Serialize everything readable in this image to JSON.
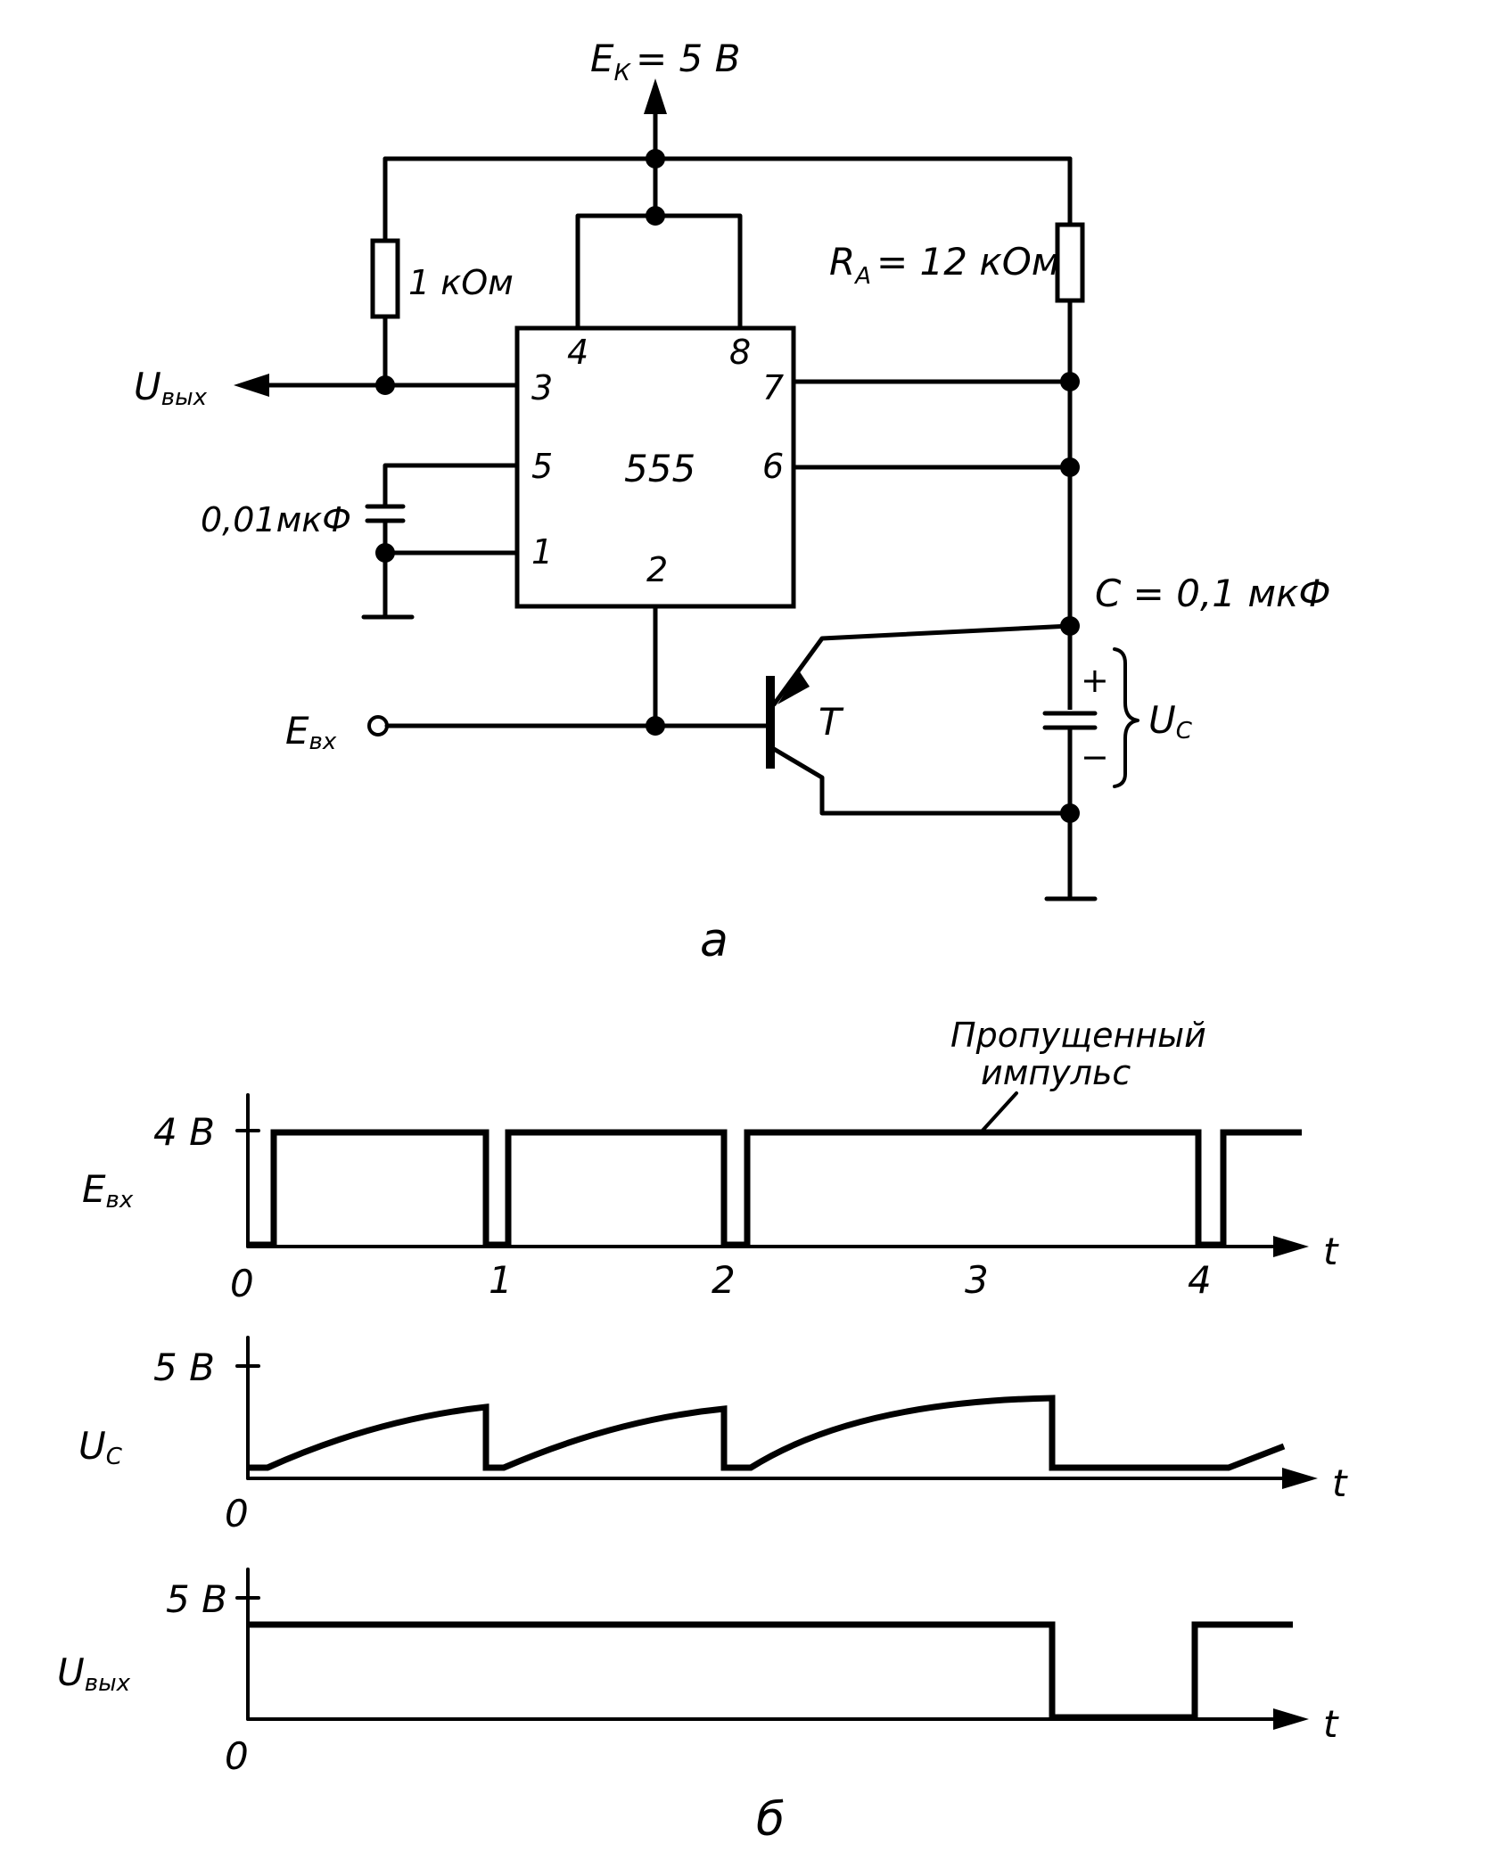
{
  "circuit": {
    "supply_main": "E",
    "supply_sub": "К",
    "supply_value": "= 5 В",
    "r1_label": "1 кОм",
    "ra_main": "R",
    "ra_sub": "A",
    "ra_value": "= 12 кОм",
    "chip_label": "555",
    "pins": [
      "4",
      "8",
      "3",
      "7",
      "5",
      "6",
      "1",
      "2"
    ],
    "cap_small_label": "0,01мкФ",
    "cap_timing_label": "C = 0,1 мкФ",
    "out_main": "U",
    "out_sub": "вых",
    "in_main": "E",
    "in_sub": "вх",
    "transistor_label": "T",
    "plus": "+",
    "minus": "−",
    "uc_main": "U",
    "uc_sub": "C",
    "caption": "а"
  },
  "timing": {
    "annotation_line1": "Пропущенный",
    "annotation_line2": "импульс",
    "caption": "б",
    "panels": [
      {
        "name_main": "E",
        "name_sub": "вх",
        "level_label": "4 В",
        "axis_label": "t",
        "origin_label": "0",
        "tick_labels": [
          "1",
          "2",
          "3",
          "4"
        ]
      },
      {
        "name_main": "U",
        "name_sub": "C",
        "level_label": "5 В",
        "axis_label": "t",
        "origin_label": "0"
      },
      {
        "name_main": "U",
        "name_sub": "вых",
        "level_label": "5 В",
        "axis_label": "t",
        "origin_label": "0"
      }
    ]
  }
}
